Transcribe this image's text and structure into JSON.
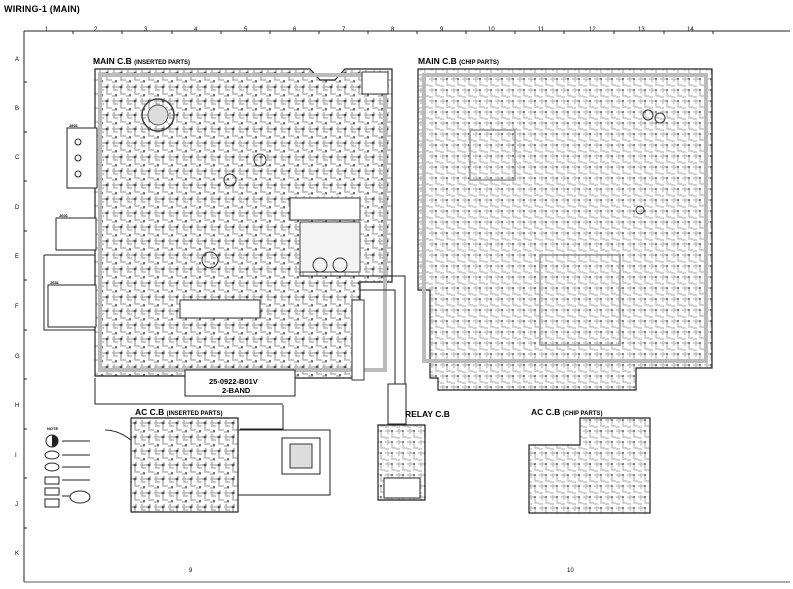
{
  "page_title": "WIRING-1 (MAIN)",
  "columns": [
    "1",
    "2",
    "3",
    "4",
    "5",
    "6",
    "7",
    "8",
    "9",
    "10",
    "11",
    "12",
    "13",
    "14"
  ],
  "rows": [
    "A",
    "B",
    "C",
    "D",
    "E",
    "F",
    "G",
    "H",
    "I",
    "J",
    "K"
  ],
  "pcb_labels": {
    "main_inserted_title": "MAIN C.B",
    "main_inserted_sub": "(INSERTED PARTS)",
    "main_chip_title": "MAIN C.B",
    "main_chip_sub": "(CHIP PARTS)",
    "ac_inserted_title": "AC C.B",
    "ac_inserted_sub": "(INSERTED PARTS)",
    "ac_chip_title": "AC C.B",
    "ac_chip_sub": "(CHIP PARTS)",
    "relay_title": "RELAY C.B",
    "part_number": "25-0922-B01V",
    "band": "2-BAND",
    "note": "NOTE",
    "jacks": [
      "J801",
      "J601",
      "J651"
    ]
  },
  "page_numbers": {
    "left": "9",
    "right": "10"
  },
  "colors": {
    "ink": "#222222",
    "copper": "#bdbdbd",
    "copper_dark": "#8e8e8e",
    "paper": "#ffffff"
  }
}
